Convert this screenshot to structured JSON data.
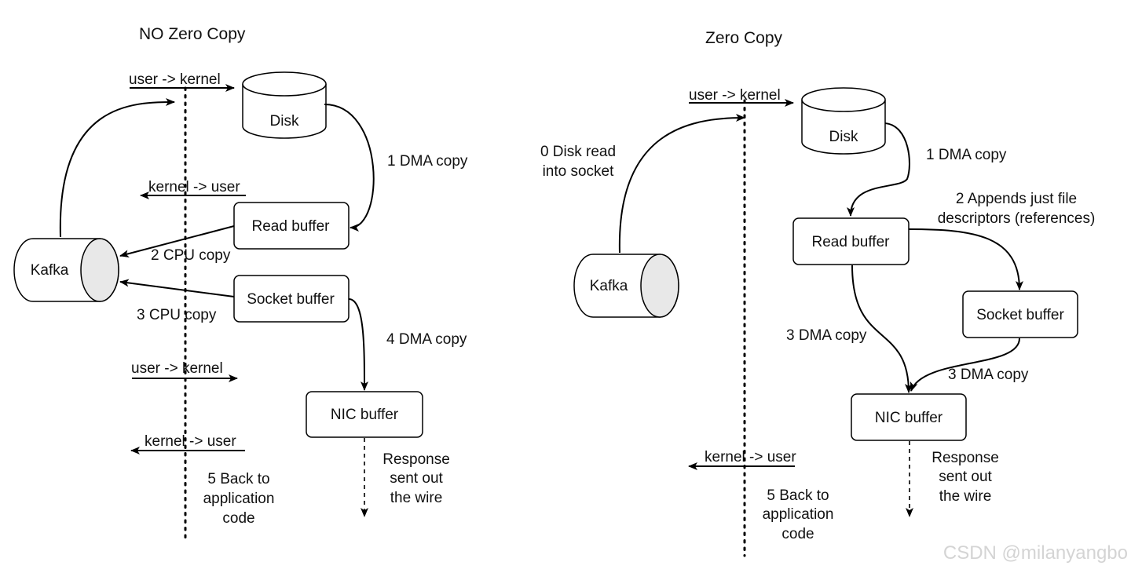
{
  "left": {
    "title": "NO Zero Copy",
    "nodes": {
      "disk": "Disk",
      "read_buffer": "Read buffer",
      "socket_buffer": "Socket buffer",
      "nic_buffer": "NIC buffer",
      "kafka": "Kafka"
    },
    "labels": {
      "user_kernel_top": "user -> kernel",
      "kernel_user_top": "kernel -> user",
      "dma_copy_1": "1 DMA copy",
      "cpu_copy_2": "2 CPU copy",
      "cpu_copy_3": "3 CPU copy",
      "dma_copy_4": "4 DMA copy",
      "user_kernel_bottom": "user -> kernel",
      "kernel_user_bottom": "kernel -> user",
      "back_to_app": [
        "5 Back to",
        "application",
        "code"
      ],
      "response": [
        "Response",
        "sent out",
        "the wire"
      ]
    }
  },
  "right": {
    "title": "Zero Copy",
    "nodes": {
      "disk": "Disk",
      "read_buffer": "Read buffer",
      "socket_buffer": "Socket buffer",
      "nic_buffer": "NIC buffer",
      "kafka": "Kafka"
    },
    "labels": {
      "user_kernel": "user -> kernel",
      "disk_read_socket": [
        "0 Disk read",
        "into socket"
      ],
      "dma_copy_1": "1 DMA copy",
      "appends_fd": [
        "2 Appends just file",
        "descriptors (references)"
      ],
      "dma_copy_3a": "3 DMA copy",
      "dma_copy_3b": "3 DMA copy",
      "kernel_user": "kernel -> user",
      "back_to_app": [
        "5 Back to",
        "application",
        "code"
      ],
      "response": [
        "Response",
        "sent out",
        "the wire"
      ]
    }
  },
  "watermark": "CSDN @milanyangbo",
  "colors": {
    "line": "#000000",
    "node_fill": "#ffffff",
    "kafka_shade": "#e8e8e8",
    "watermark": "#d4d4d4"
  }
}
